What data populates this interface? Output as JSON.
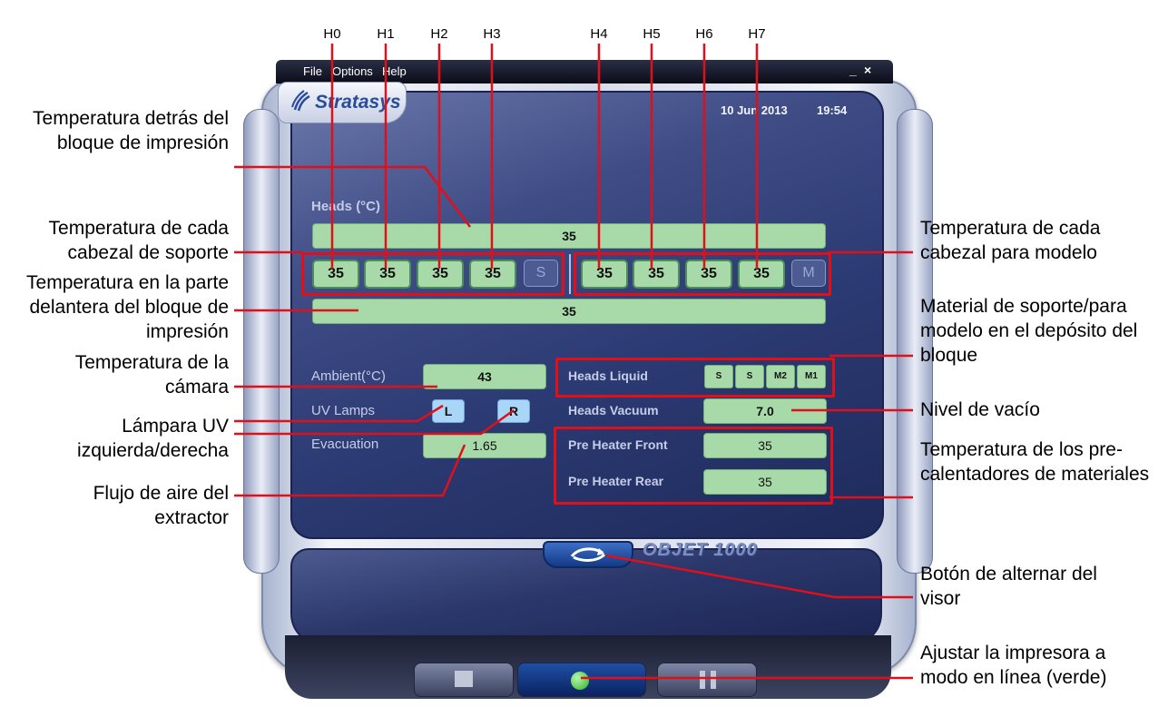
{
  "head_labels": [
    "H0",
    "H1",
    "H2",
    "H3",
    "H4",
    "H5",
    "H6",
    "H7"
  ],
  "window": {
    "menu": {
      "file": "File",
      "options": "Options",
      "help": "Help"
    },
    "controls": {
      "minimize": "_",
      "close": "×"
    },
    "logo": "Stratasys",
    "date": "10 Jun 2013",
    "time": "19:54"
  },
  "heads": {
    "label": "Heads (°C)",
    "rear_block": "35",
    "support_heads": [
      "35",
      "35",
      "35",
      "35"
    ],
    "support_letter": "S",
    "model_heads": [
      "35",
      "35",
      "35",
      "35"
    ],
    "model_letter": "M",
    "front_block": "35"
  },
  "params": {
    "ambient_label": "Ambient(°C)",
    "ambient_value": "43",
    "uv_label": "UV Lamps",
    "uv_left": "L",
    "uv_right": "R",
    "evac_label": "Evacuation",
    "evac_value": "1.65",
    "liquid_label": "Heads Liquid",
    "liquid": [
      "S",
      "S",
      "M2",
      "M1"
    ],
    "vacuum_label": "Heads Vacuum",
    "vacuum_value": "7.0",
    "pre_front_label": "Pre Heater Front",
    "pre_front_value": "35",
    "pre_rear_label": "Pre Heater Rear",
    "pre_rear_value": "35"
  },
  "model_name": "OBJET 1000",
  "icons": [
    "stratasys-logo-icon",
    "toggle-viewer-icon",
    "stop-icon",
    "online-icon",
    "pause-icon"
  ],
  "annotation_color": "#e0101a",
  "annotations": {
    "rear_block": "Temperatura detrás del bloque de impresión",
    "support_heads": "Temperatura de cada cabezal de soporte",
    "front_block": "Temperatura en la parte delantera del bloque de impresión",
    "chamber": "Temperatura de la cámara",
    "uv": "Lámpara UV izquierda/derecha",
    "airflow": "Flujo de aire del extractor",
    "model_heads": "Temperatura de cada cabezal para modelo",
    "material": "Material de soporte/para modelo en el depósito del bloque",
    "vacuum": "Nivel de vacío",
    "preheaters": "Temperatura de los pre-calentadores de materiales",
    "toggle": "Botón de alternar del visor",
    "online": "Ajustar la impresora a modo en línea (verde)"
  }
}
